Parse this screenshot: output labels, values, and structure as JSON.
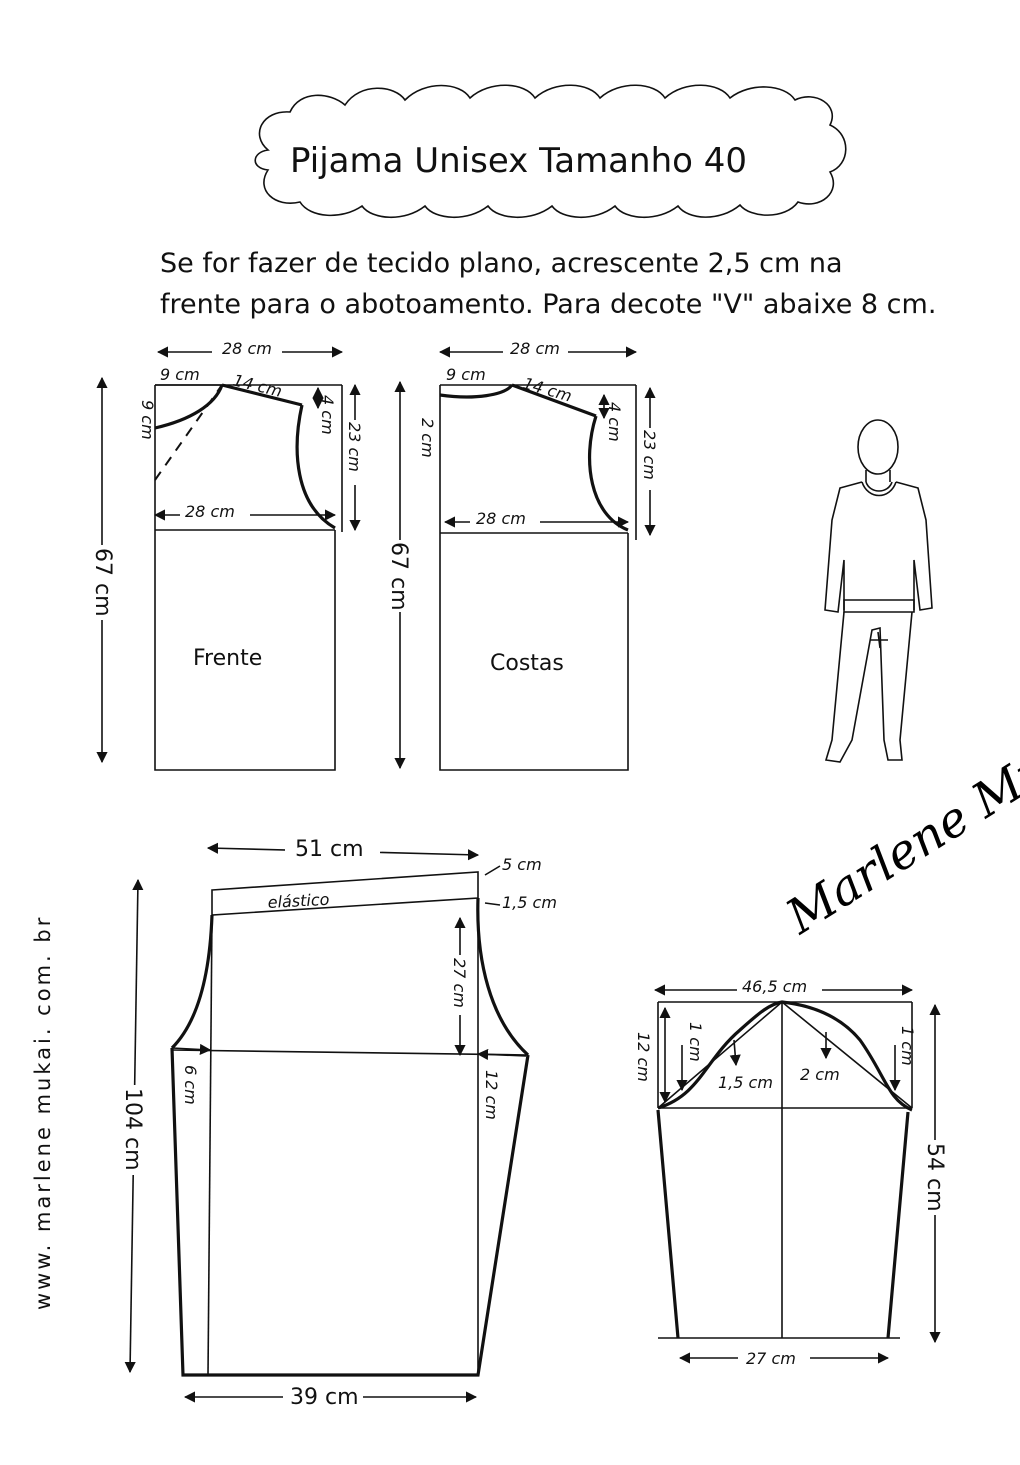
{
  "title": "Pijama   Unisex   Tamanho   40",
  "notes": {
    "line1": "Se  for  fazer  de  tecido  plano, acrescente  2,5 cm  na",
    "line2": "frente  para  o  abotoamento.  Para  decote  \"V\" abaixe  8 cm."
  },
  "front": {
    "label": "Frente",
    "width_top": "28 cm",
    "neck_width": "9 cm",
    "shoulder": "14 cm",
    "neck_depth": "9 cm",
    "shoulder_drop": "4 cm",
    "armhole": "23 cm",
    "chest": "28 cm",
    "length": "67 cm"
  },
  "back": {
    "label": "Costas",
    "width_top": "28 cm",
    "neck_width": "9 cm",
    "shoulder": "14 cm",
    "neck_depth": "2 cm",
    "shoulder_drop": "4 cm",
    "armhole": "23 cm",
    "chest": "28 cm",
    "length": "67 cm"
  },
  "pants": {
    "waist": "51 cm",
    "waistband_label": "elástico",
    "waistband": "5 cm",
    "band_gap": "1,5 cm",
    "rise": "27 cm",
    "front_crotch": "6 cm",
    "back_crotch": "12 cm",
    "length": "104 cm",
    "hem": "39 cm"
  },
  "sleeve": {
    "width": "46,5 cm",
    "cap_height": "12 cm",
    "curve_left_top": "1 cm",
    "curve_left_mid": "1,5 cm",
    "curve_center": "2 cm",
    "curve_right": "1 cm",
    "length": "54 cm",
    "cuff": "27 cm"
  },
  "website": "www. marlene mukai. com. br",
  "signature": "Marlene Mukai"
}
